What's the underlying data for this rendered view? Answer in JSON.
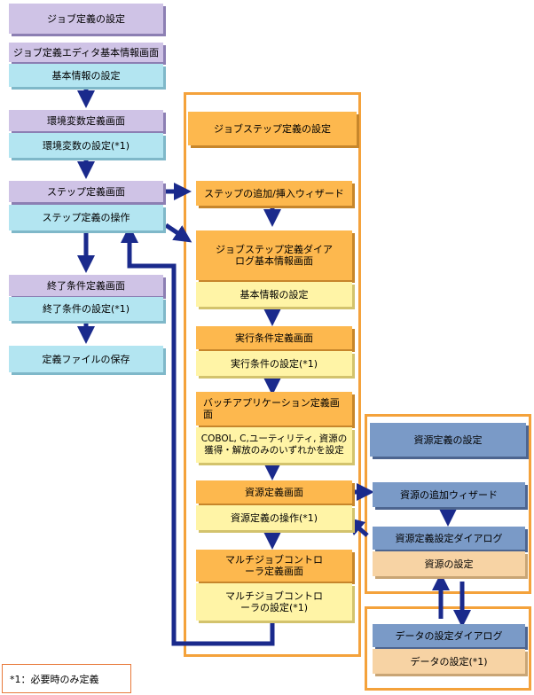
{
  "left_column": {
    "job_def_settings": "ジョブ定義の設定",
    "editor_basic_screen": "ジョブ定義エディタ基本情報画面",
    "basic_info_settings": "基本情報の設定",
    "env_var_screen": "環境変数定義画面",
    "env_var_settings": "環境変数の設定(*1)",
    "step_def_screen": "ステップ定義画面",
    "step_def_operation": "ステップ定義の操作",
    "end_cond_screen": "終了条件定義画面",
    "end_cond_settings": "終了条件の設定(*1)",
    "save_def_file": "定義ファイルの保存"
  },
  "middle_column": {
    "jobstep_def_settings": "ジョブステップ定義の設定",
    "step_add_insert_wizard": "ステップの追加/挿入ウィザード",
    "jobstep_dialog_basic_screen": "ジョブステップ定義ダイアログ基本情報画面",
    "basic_info_settings": "基本情報の設定",
    "exec_cond_screen": "実行条件定義画面",
    "exec_cond_settings": "実行条件の設定(*1)",
    "batch_app_screen": "バッチアプリケーション定義画面",
    "cobol_choice": "COBOL, C,ユーティリティ, 資源の獲得・解放のみのいずれかを設定",
    "resource_def_screen": "資源定義画面",
    "resource_def_operation": "資源定義の操作(*1)",
    "multijob_ctrl_screen": "マルチジョブコントローラ定義画面",
    "multijob_ctrl_settings": "マルチジョブコントローラの設定(*1)"
  },
  "right_column": {
    "resource_def_settings": "資源定義の設定",
    "resource_add_wizard": "資源の追加ウィザード",
    "resource_def_dialog": "資源定義設定ダイアログ",
    "resource_settings": "資源の設定",
    "data_settings_dialog": "データの設定ダイアログ",
    "data_settings": "データの設定(*1)"
  },
  "footnote": "*1：必要時のみ定義",
  "colors": {
    "purple": "#cfc3e6",
    "cyan": "#b3e5f1",
    "orange": "#fdb84e",
    "light_yellow": "#fff4a6",
    "blue": "#7a9ac7",
    "peach": "#f7d3a4",
    "arrow": "#1a2a8c",
    "frame": "#f4a23b"
  }
}
